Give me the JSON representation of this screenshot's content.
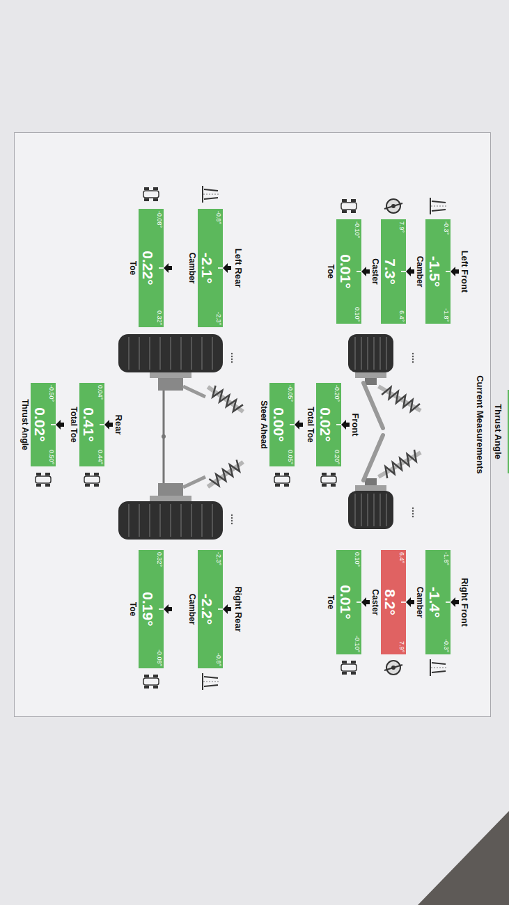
{
  "diagram": {
    "title": "Current Measurements",
    "nodes": [
      {
        "text": [
          "-0.3°",
          "-1.5°",
          "-1.8°",
          "Camber"
        ]
      },
      {
        "text": [
          "7.9°",
          "7.3°",
          "6.4°",
          "Caster"
        ]
      },
      {
        "text": [
          "-0.10°",
          "0.01°",
          "0.10°",
          "Toe"
        ]
      },
      {
        "text": [
          "Front",
          "-0.20°",
          "0.02°",
          "0.20°",
          "Total Toe"
        ]
      },
      {
        "text": [
          "-0.05°",
          "0.00°",
          "0.05°",
          "Steer Ahead"
        ]
      },
      {
        "text": [
          "-1.8°",
          "-1.4°",
          "-0.3°",
          "Camber"
        ]
      },
      {
        "text": [
          "6.4°",
          "8.2°",
          "7.9°",
          "Caster"
        ]
      },
      {
        "text": [
          "0.10°",
          "0.01°",
          "-0.10°",
          "Toe"
        ]
      },
      {
        "text": [
          "-0.8°",
          "-2.1°",
          "-2.3°",
          "Camber"
        ]
      },
      {
        "text": [
          "-0.08°",
          "0.22°",
          "0.32°",
          "Toe"
        ]
      },
      {
        "text": [
          "Rear",
          "0.04°",
          "0.41°",
          "0.44°",
          "Total Toe"
        ]
      },
      {
        "text": [
          "-0.50°",
          "0.02°",
          "0.50°",
          "Thrust Angle"
        ]
      },
      {
        "text": [
          "-2.3°",
          "-2.2°",
          "-0.8°",
          "Camber"
        ]
      },
      {
        "text": [
          "0.32°",
          "0.19°",
          "-0.08°",
          "Toe"
        ]
      }
    ],
    "labels": [
      "Thrust Angle",
      "Left Front",
      "Right Front",
      "Left Rear",
      "Right Rear"
    ]
  }
}
